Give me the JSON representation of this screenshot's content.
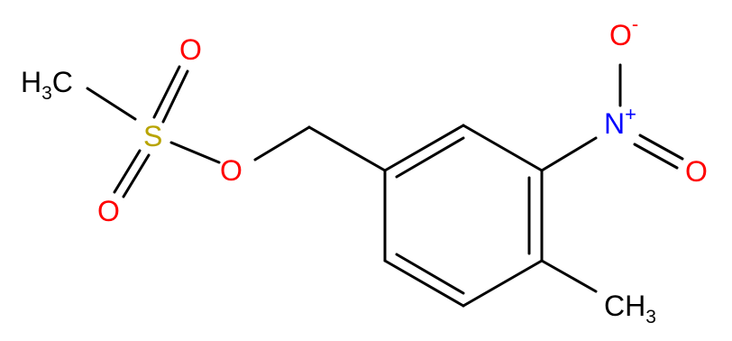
{
  "molecule": {
    "colors": {
      "bond": "#000000",
      "carbon": "#000000",
      "oxygen": "#ff0000",
      "nitrogen": "#0000ff",
      "sulfur": "#b8a400"
    },
    "atoms": {
      "ch3_left": {
        "main": "H",
        "sub": "3",
        "tail": "C"
      },
      "sulfur": {
        "main": "S"
      },
      "o_top": {
        "main": "O"
      },
      "o_bottom": {
        "main": "O"
      },
      "o_ester": {
        "main": "O"
      },
      "n_nitro": {
        "main": "N",
        "charge": "+"
      },
      "o_nitro_top": {
        "main": "O",
        "charge": "-"
      },
      "o_nitro_right": {
        "main": "O"
      },
      "ch3_right": {
        "main": "CH",
        "sub": "3"
      }
    }
  }
}
